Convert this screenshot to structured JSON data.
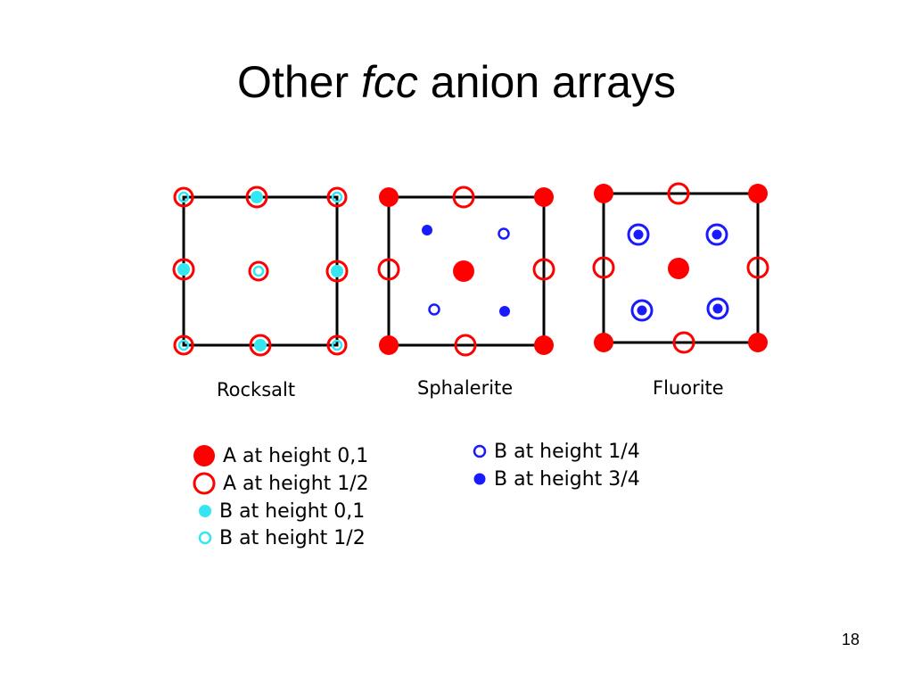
{
  "slide": {
    "title_prefix": "Other ",
    "title_italic": "fcc",
    "title_suffix": " anion arrays",
    "page_number": "18"
  },
  "panels": {
    "rocksalt": "Rocksalt",
    "sphalerite": "Sphalerite",
    "fluorite": "Fluorite"
  },
  "legend": {
    "a_height_0_1": "A at height 0,1",
    "a_height_1_2": "A at height 1/2",
    "b_height_0_1": "B at height 0,1",
    "b_height_1_2": "B at height 1/2",
    "b_height_1_4": "B at height 1/4",
    "b_height_3_4": "B at height 3/4"
  },
  "colors": {
    "anion_red": "#ff0000",
    "cation_cyan": "#33e6f0",
    "cation_blue": "#1a1aff",
    "frame": "#000000"
  }
}
